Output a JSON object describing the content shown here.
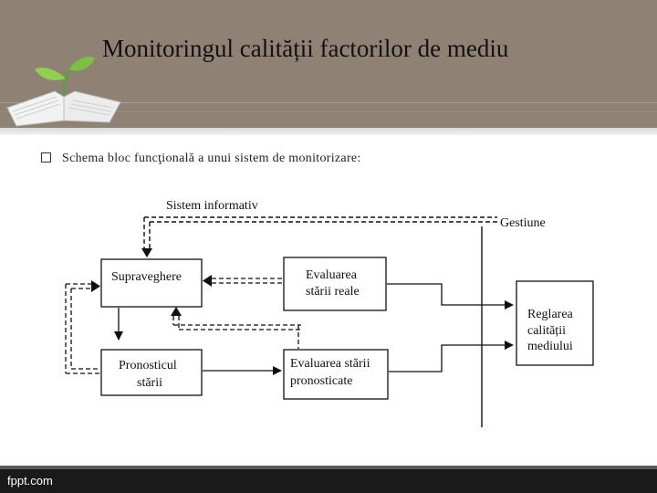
{
  "slide": {
    "title": "Monitoringul calității factorilor de mediu",
    "bullet": "Schema bloc funcţională a unui sistem de monitorizare:"
  },
  "diagram": {
    "sistem_informativ_label": "Sistem informativ",
    "gestiune_label": "Gestiune",
    "supraveghere": "Supraveghere",
    "evaluarea_reale": [
      "Evaluarea",
      "stării reale"
    ],
    "reglarea": [
      "Reglarea",
      "calității",
      "mediului"
    ],
    "pronosticul": [
      "Pronosticul",
      "stării"
    ],
    "evaluarea_pronosticate": [
      "Evaluarea stării",
      "pronosticate"
    ]
  },
  "footer": {
    "text": "fppt.com"
  },
  "colors": {
    "header": "#8f8275",
    "footer": "#1a1a1a"
  },
  "icons": {
    "logo": "book-with-sprout-icon",
    "bullet": "checkbox-bullet-icon"
  }
}
